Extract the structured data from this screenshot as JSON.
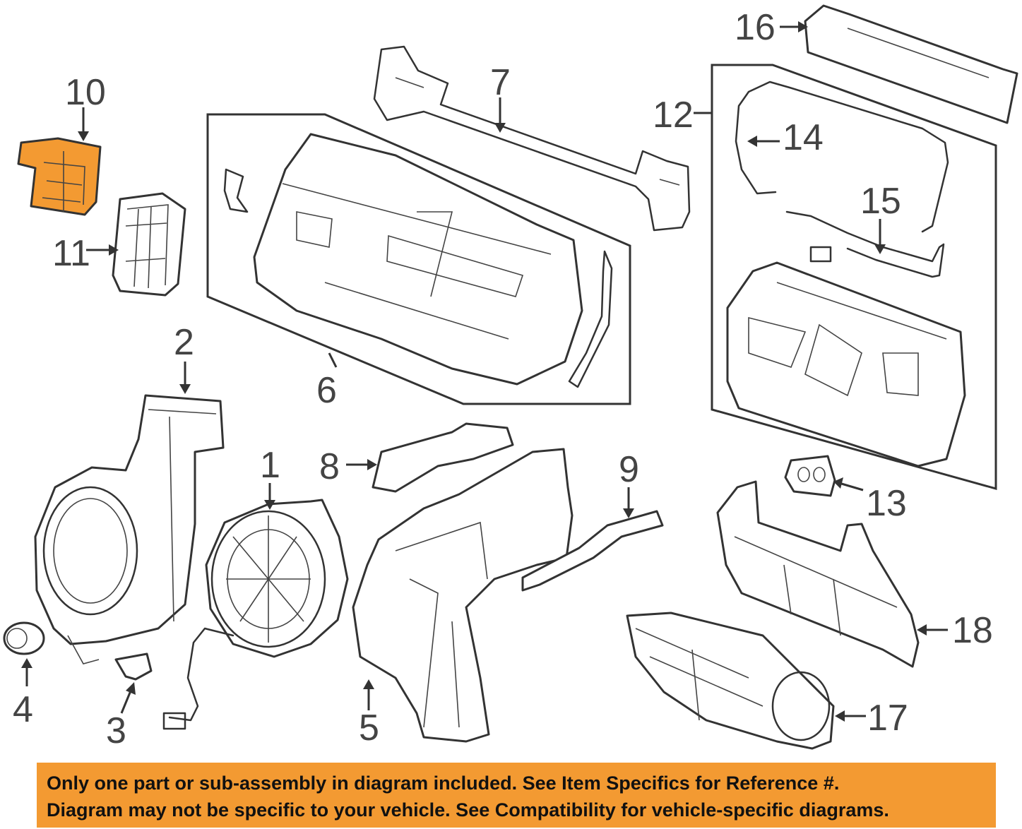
{
  "callouts": {
    "c1": "1",
    "c2": "2",
    "c3": "3",
    "c4": "4",
    "c5": "5",
    "c6": "6",
    "c7": "7",
    "c8": "8",
    "c9": "9",
    "c10": "10",
    "c11": "11",
    "c12": "12",
    "c13": "13",
    "c14": "14",
    "c15": "15",
    "c16": "16",
    "c17": "17",
    "c18": "18"
  },
  "highlighted_part": "10",
  "colors": {
    "highlight": "#f39a32",
    "line": "#333333",
    "banner": "#f39a32"
  },
  "banner": {
    "line1": "Only one part or sub-assembly in diagram included. See Item Specifics for Reference #.",
    "line2": "Diagram may not be specific to your vehicle. See Compatibility for vehicle-specific diagrams."
  }
}
